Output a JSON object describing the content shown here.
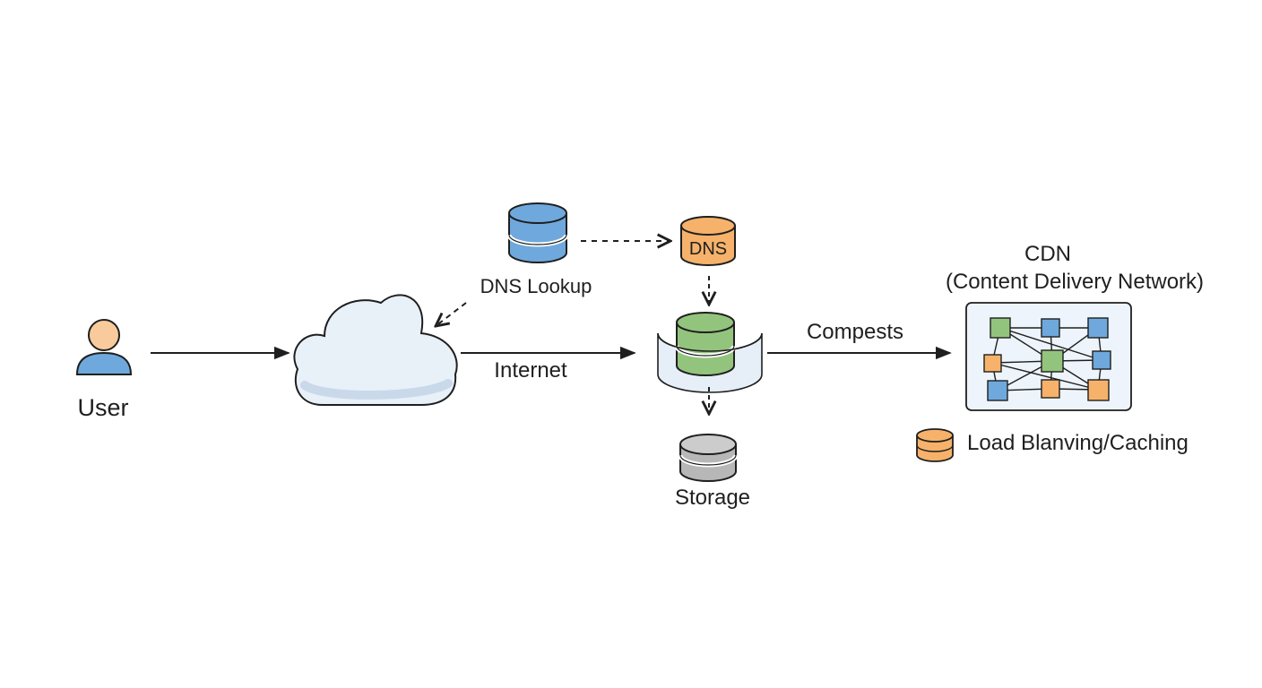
{
  "nodes": {
    "user": {
      "label": "User"
    },
    "internet_cloud": {
      "label": "Internet"
    },
    "dns_source": {
      "label": "DNS Lookup"
    },
    "dns_server": {
      "label": "DNS"
    },
    "server": {
      "label": ""
    },
    "storage": {
      "label": "Storage"
    },
    "cdn": {
      "title": "CDN",
      "subtitle": "(Content Delivery Network)"
    },
    "load_balancing": {
      "label": "Load Blanving/Caching"
    }
  },
  "edges": {
    "server_to_cdn": {
      "label": "Compests"
    }
  },
  "colors": {
    "blue": "#6fa8dc",
    "orange": "#f6b26b",
    "green": "#93c47d",
    "gray": "#b7b7b7",
    "cloud": "#e8f0f8",
    "panel": "#eef4fb",
    "stroke": "#1f1f1f"
  }
}
